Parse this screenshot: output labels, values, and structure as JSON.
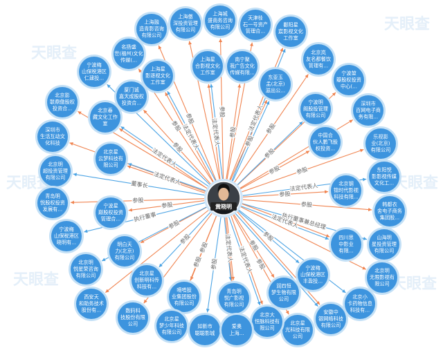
{
  "center": {
    "name": "黄晓明"
  },
  "watermark": "天眼查",
  "colors": {
    "node_fill": "#3d94de",
    "node_ring": "#c3e0f6",
    "edge_orange": "#f0834f",
    "edge_blue": "#4aa3e4",
    "label_text": "#666666",
    "watermark": "#e4eff9"
  },
  "nodes": [
    {
      "lines": [
        "上海融",
        "造青影咨询",
        "有限公司"
      ],
      "edges": [
        "orange"
      ],
      "label": "参股"
    },
    {
      "lines": [
        "上海傲",
        "深投资管理",
        "有限公司"
      ],
      "edges": [
        "orange"
      ]
    },
    {
      "lines": [
        "上海城",
        "盛南务咨询",
        "有限公司"
      ],
      "edges": [
        "orange"
      ],
      "label": "参股"
    },
    {
      "lines": [
        "天津桂",
        "石一号资产",
        "管理合..."
      ],
      "edges": [
        "orange"
      ]
    },
    {
      "lines": [
        "鄱阳星",
        "宸影视文化",
        "工作室"
      ],
      "edges": [
        "orange",
        "blue"
      ],
      "label": "法定代表人"
    },
    {
      "lines": [
        "名扬盛",
        "世(福州)文化",
        "传媒(..."
      ],
      "edges": [
        "orange"
      ],
      "label": "参股"
    },
    {
      "lines": [
        "北京岚",
        "友名都餐饮",
        "管理有..."
      ],
      "edges": [
        "orange"
      ],
      "label": "参股"
    },
    {
      "lines": [
        "宁波梅",
        "山保税港区",
        "仁建投..."
      ],
      "edges": [
        "blue"
      ]
    },
    {
      "lines": [
        "上海星",
        "影逐视文化",
        "工作室"
      ],
      "edges": [
        "orange",
        "blue"
      ],
      "label": "法定代表人"
    },
    {
      "lines": [
        "上海星",
        "合影视文化",
        "工作室"
      ],
      "edges": [
        "orange",
        "blue"
      ],
      "label": "法定代表人"
    },
    {
      "lines": [
        "南宁聚",
        "我广告文化",
        "传媒有限..."
      ],
      "edges": [
        "orange"
      ],
      "label": "参股"
    },
    {
      "lines": [
        "东亚玉",
        "孟(北京)",
        "滋出公..."
      ],
      "edges": [
        "orange",
        "blue"
      ],
      "label": "参股"
    },
    {
      "lines": [
        "宁波堃",
        "瓣股权投资",
        "中心(..."
      ],
      "edges": [
        "orange"
      ]
    },
    {
      "lines": [
        "厦门诚",
        "嘉天成股权",
        "投资合..."
      ],
      "edges": [
        "orange"
      ],
      "label": "参股"
    },
    {
      "lines": [
        "北京影",
        "联鼎傲股权",
        "投资合..."
      ],
      "edges": [
        "orange"
      ]
    },
    {
      "lines": [
        "北京春",
        "藏文化工作",
        "室"
      ],
      "edges": [
        "orange",
        "blue"
      ],
      "label": "法定代表人"
    },
    {
      "lines": [
        "宁波明",
        "阁股投管理",
        "有限公司"
      ],
      "edges": [
        "blue"
      ],
      "label": "参股"
    },
    {
      "lines": [
        "深圳市",
        "百网电子商",
        "务有限..."
      ],
      "edges": [
        "orange"
      ]
    },
    {
      "lines": [
        "深圳市",
        "生活互动文",
        "化科技"
      ],
      "edges": [
        "orange"
      ]
    },
    {
      "lines": [
        "中国合",
        "伙人鹏飞股",
        "权投资..."
      ],
      "edges": [
        "orange"
      ],
      "label": "参股"
    },
    {
      "lines": [
        "乐视影",
        "业(北京)",
        "有限公司"
      ],
      "edges": [
        "orange"
      ],
      "label": "参股"
    },
    {
      "lines": [
        "北京星",
        "云梦科技有",
        "限公司"
      ],
      "edges": [
        "orange",
        "blue"
      ],
      "label": "法定代表人"
    },
    {
      "lines": [
        "北京明",
        "超投资管理",
        "有限公司"
      ],
      "edges": [
        "blue"
      ],
      "label": "董事长"
    },
    {
      "lines": [
        "东阳悦",
        "影影视传媒",
        "文化工..."
      ],
      "edges": [
        "blue"
      ],
      "label": "法定代表人"
    },
    {
      "lines": [
        "北京钢",
        "锦时代影视",
        "科技有限..."
      ],
      "edges": [
        "orange"
      ],
      "label": "参股"
    },
    {
      "lines": [
        "青岛明",
        "悦股权投资",
        "发展有..."
      ],
      "edges": [
        "orange"
      ],
      "label": "参股"
    },
    {
      "lines": [
        "韩都衣",
        "舍电子商务",
        "集团股..."
      ],
      "edges": [
        "orange"
      ],
      "label": "参股"
    },
    {
      "lines": [
        "宁波星",
        "巅股权投资",
        "管理合..."
      ],
      "edges": [
        "orange"
      ],
      "label": "参股"
    },
    {
      "lines": [
        "宁波梅",
        "山保税港区",
        "晓明有..."
      ],
      "edges": [
        "blue"
      ],
      "label": "执行董事"
    },
    {
      "lines": [
        "山海明",
        "星投资管理",
        "有限公司"
      ],
      "edges": [
        "blue"
      ],
      "label": "执行董事兼总经理"
    },
    {
      "lines": [
        "四川思",
        "中影业",
        "有限..."
      ],
      "edges": [
        "orange",
        "blue"
      ],
      "label": "法定代表人"
    },
    {
      "lines": [
        "明白天",
        "力(北京)",
        "有限公司"
      ],
      "edges": [
        "orange"
      ],
      "label": "参股"
    },
    {
      "lines": [
        "北京明",
        "悦星荣咨询",
        "有限公司"
      ],
      "edges": [
        "blue"
      ]
    },
    {
      "lines": [
        "北京明",
        "无限影视有",
        "限公司"
      ],
      "edges": [
        "orange"
      ]
    },
    {
      "lines": [
        "北京星",
        "创新明科传",
        "科技有..."
      ],
      "edges": [
        "blue"
      ],
      "label": "参股"
    },
    {
      "lines": [
        "宁波梅",
        "山保税港区",
        "丰盈投..."
      ],
      "edges": [
        "blue"
      ],
      "label": "参股"
    },
    {
      "lines": [
        "西安天",
        "和助务技术",
        "股份有..."
      ],
      "edges": [
        "orange"
      ]
    },
    {
      "lines": [
        "嘀嗒股",
        "业集团股份",
        "有限公司"
      ],
      "edges": [
        "orange"
      ],
      "label": "参股"
    },
    {
      "lines": [
        "青岛明",
        "悦广影视",
        "有限公司"
      ],
      "edges": [
        "orange",
        "blue"
      ],
      "label": "法定代表人"
    },
    {
      "lines": [
        "润四恒",
        "梦生物有限",
        "公司"
      ],
      "edges": [
        "orange"
      ],
      "label": "参股"
    },
    {
      "lines": [
        "北京小",
        "卡药物信息",
        "科技有..."
      ],
      "edges": [
        "blue"
      ]
    },
    {
      "lines": [
        "数码科",
        "技股份有限",
        "公司"
      ],
      "edges": [
        "orange"
      ]
    },
    {
      "lines": [
        "北京星",
        "梦少年科技",
        "有限公司"
      ],
      "edges": [
        "orange"
      ],
      "label": "参股"
    },
    {
      "lines": [
        "安徽中",
        "银网络科技",
        "有限公司"
      ],
      "edges": [
        "orange",
        "blue"
      ]
    },
    {
      "lines": [
        "北京星",
        "光科技有限",
        "公司"
      ],
      "edges": [
        "orange"
      ],
      "label": "参股"
    },
    {
      "lines": [
        "北京大",
        "恒脉科技有",
        "限公司"
      ],
      "edges": [
        "orange",
        "blue"
      ],
      "label": "法定代表人"
    },
    {
      "lines": [
        "如新市",
        "聪聪影城"
      ],
      "edges": [
        "blue"
      ],
      "label": "参股"
    },
    {
      "lines": [
        "爱奥",
        "上海..."
      ],
      "edges": [
        "orange"
      ]
    }
  ]
}
